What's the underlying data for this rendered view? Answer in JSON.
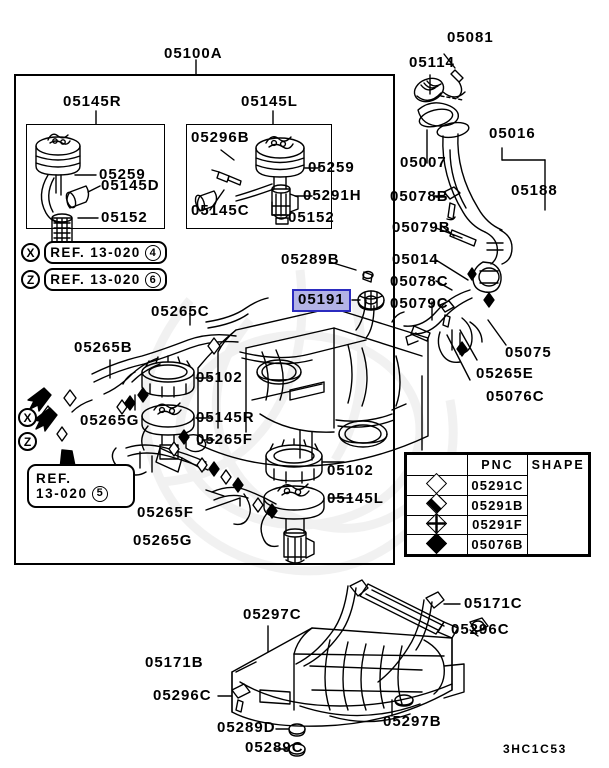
{
  "diagram": {
    "code": "3HC1C53",
    "assembly_label": "05100A",
    "highlight_color": "#b3b3e6",
    "highlight_border_color": "#2b2bbf"
  },
  "sub_assembly_left": {
    "title": "05145R",
    "parts": [
      "05259",
      "05145D",
      "05152"
    ]
  },
  "sub_assembly_right": {
    "title": "05145L",
    "parts": [
      "05296B",
      "05259",
      "05291H",
      "05145C",
      "05152"
    ]
  },
  "reference_boxes": [
    {
      "marker": "X",
      "text": "REF. 13-020",
      "circle": "4"
    },
    {
      "marker": "Z",
      "text": "REF. 13-020",
      "circle": "6"
    }
  ],
  "reference_box_lower": {
    "line1": "REF.",
    "line2": "13-020",
    "circle": "5"
  },
  "arrow_markers": [
    {
      "marker": "X"
    },
    {
      "marker": "Z"
    }
  ],
  "labels": {
    "l05100A": "05100A",
    "l05145R_box": "05145R",
    "l05145L_box": "05145L",
    "l05259_a": "05259",
    "l05145D": "05145D",
    "l05152_a": "05152",
    "l05296B": "05296B",
    "l05259_b": "05259",
    "l05291H": "05291H",
    "l05145C": "05145C",
    "l05152_b": "05152",
    "l05081": "05081",
    "l05114": "05114",
    "l05007": "05007",
    "l05016": "05016",
    "l05188": "05188",
    "l05078B": "05078B",
    "l05079B": "05079B",
    "l05014": "05014",
    "l05078C": "05078C",
    "l05079C": "05079C",
    "l05075": "05075",
    "l05265E": "05265E",
    "l05076C": "05076C",
    "l05289B": "05289B",
    "l05191": "05191",
    "l05265C": "05265C",
    "l05265B": "05265B",
    "l05265G_a": "05265G",
    "l05102_a": "05102",
    "l05145R_part": "05145R",
    "l05265F_a": "05265F",
    "l05265F_b": "05265F",
    "l05265G_b": "05265G",
    "l05102_b": "05102",
    "l05145L_part": "05145L",
    "l05171C": "05171C",
    "l05296C_a": "05296C",
    "l05297C": "05297C",
    "l05171B": "05171B",
    "l05296C_b": "05296C",
    "l05289D": "05289D",
    "l05289C": "05289C",
    "l05297B": "05297B"
  },
  "pnc_table": {
    "headers": [
      "",
      "PNC",
      "SHAPE"
    ],
    "rows": [
      {
        "symbol": "diamond-hollow",
        "pnc": "05291C"
      },
      {
        "symbol": "diamond-half",
        "pnc": "05291B"
      },
      {
        "symbol": "diamond-crosshatch",
        "pnc": "05291F"
      },
      {
        "symbol": "diamond-solid",
        "pnc": "05076B"
      }
    ],
    "shape_icon": "hose-clamp-icon"
  }
}
